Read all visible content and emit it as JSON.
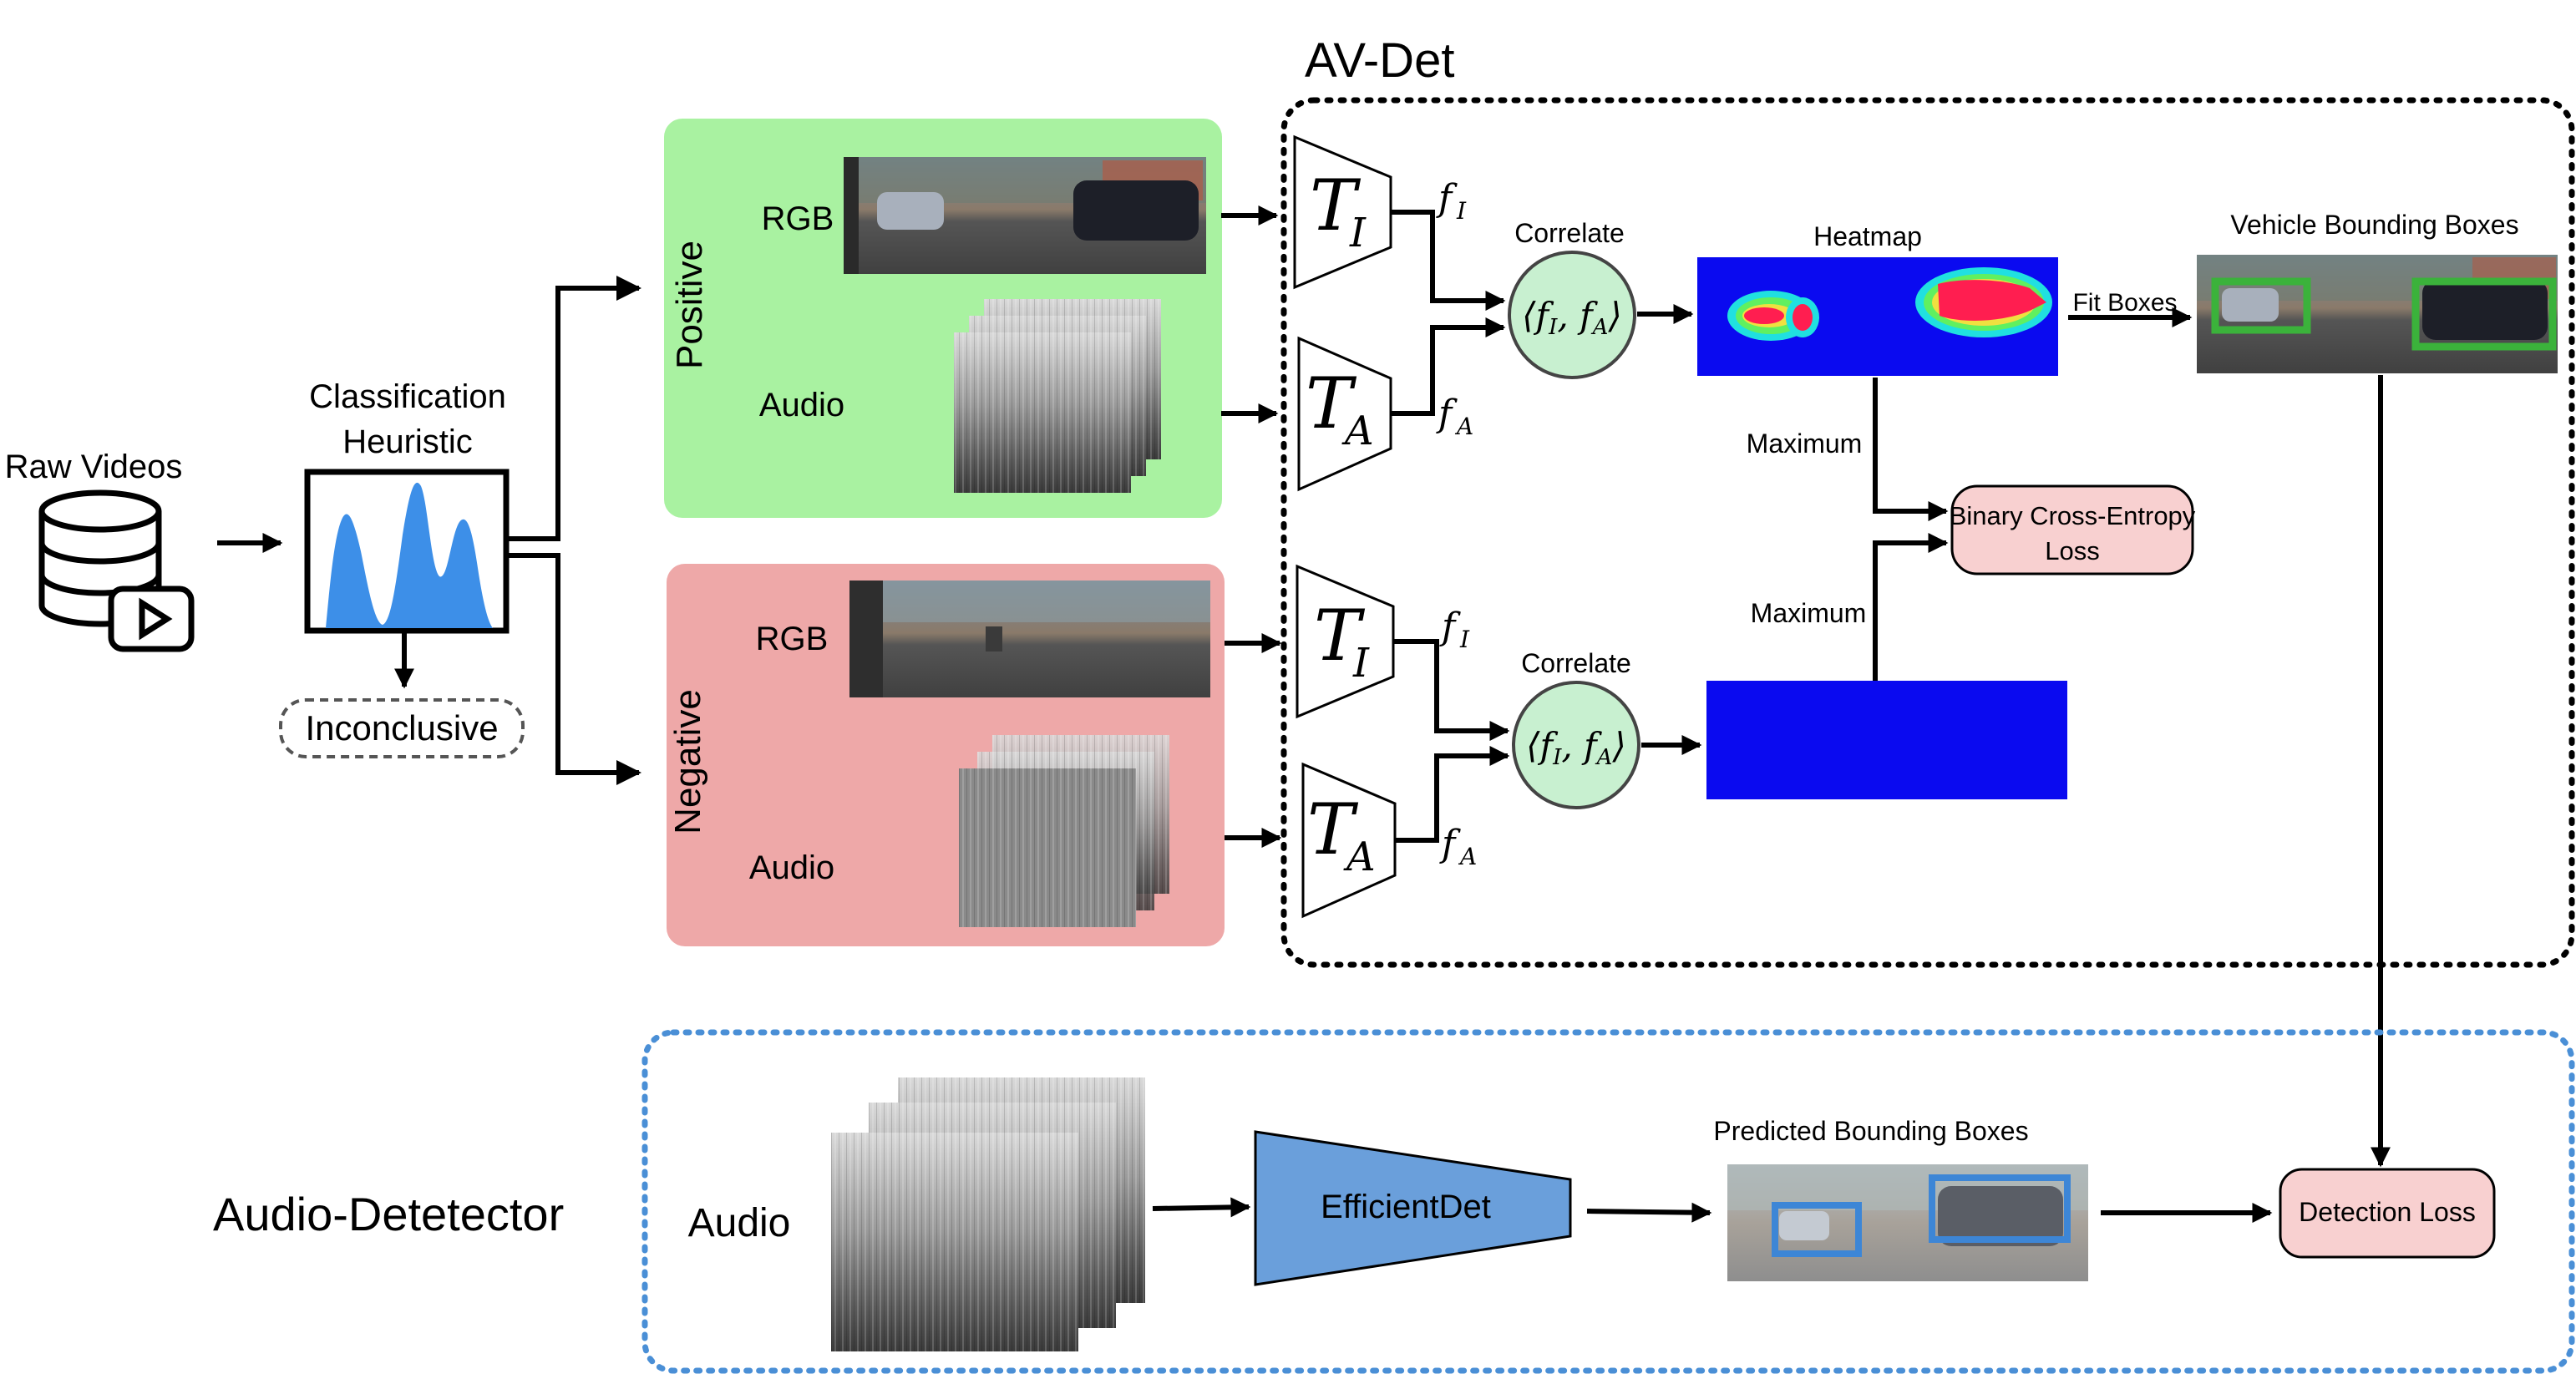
{
  "left": {
    "raw_videos_label": "Raw Videos",
    "heuristic_label_line1": "Classification",
    "heuristic_label_line2": "Heuristic",
    "inconclusive_label": "Inconclusive"
  },
  "positive": {
    "title": "Positive",
    "rgb_label": "RGB",
    "audio_label": "Audio"
  },
  "negative": {
    "title": "Negative",
    "rgb_label": "RGB",
    "audio_label": "Audio"
  },
  "avdet": {
    "title": "AV-Det",
    "encoder_image": "T",
    "encoder_image_sub": "I",
    "encoder_audio": "T",
    "encoder_audio_sub": "A",
    "feature_image": "f",
    "feature_image_sub": "I",
    "feature_audio": "f",
    "feature_audio_sub": "A",
    "correlate_label": "Correlate",
    "correlate_formula": "⟨f",
    "correlate_formula_sub1": "I",
    "correlate_formula_mid": ", f",
    "correlate_formula_sub2": "A",
    "correlate_formula_end": "⟩",
    "heatmap_label": "Heatmap",
    "fit_boxes_label": "Fit Boxes",
    "vehicle_boxes_label": "Vehicle Bounding Boxes",
    "maximum_label": "Maximum",
    "bce_line1": "Binary Cross-Entropy",
    "bce_line2": "Loss"
  },
  "detector": {
    "title": "Audio-Detetector",
    "audio_label": "Audio",
    "efficientdet_label": "EfficientDet",
    "predicted_label": "Predicted Bounding Boxes",
    "detection_loss_label": "Detection Loss"
  },
  "colors": {
    "positive_bg": "#a9f2a1",
    "negative_bg": "#eea8a8",
    "loss_bg": "#f8d0d0",
    "correlate_bg": "#c8f0d0",
    "efficientdet_fill": "#6a9fdb",
    "heatmap_blue": "#0a0af0",
    "detector_border": "#4a8fd6",
    "wave_fill": "#3d8fe8",
    "box_green": "#3bb23b",
    "box_blue": "#3d86d6"
  }
}
